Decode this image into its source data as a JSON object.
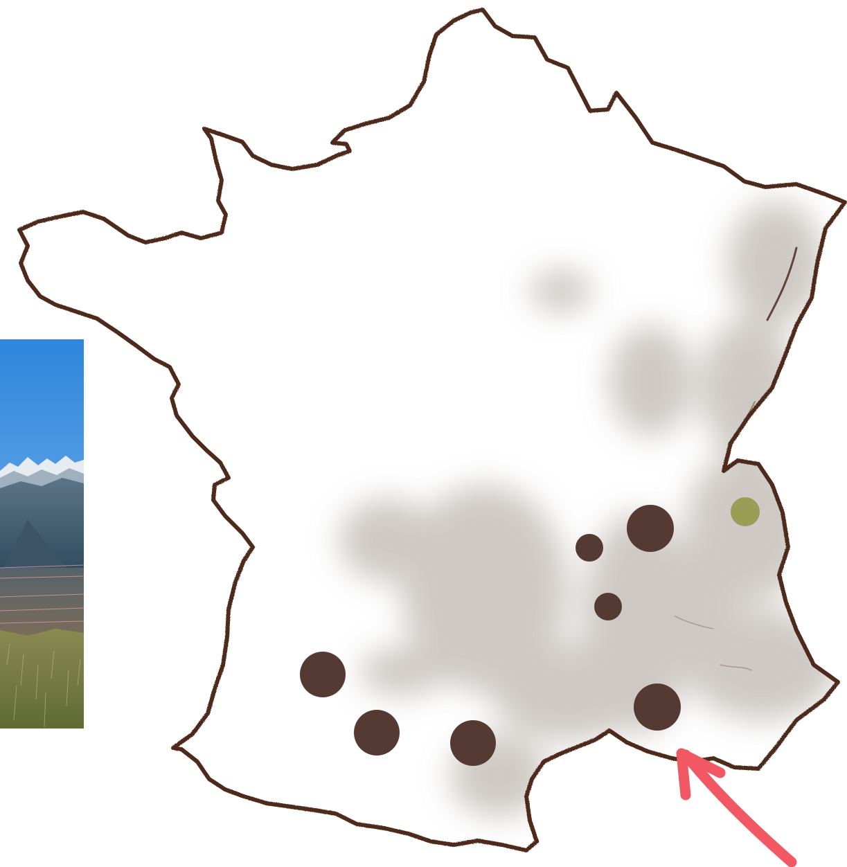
{
  "map": {
    "country": "France",
    "outline_color": "#4e2c1e",
    "relief_color": "#b9b2ac",
    "marker_color": "#553a33",
    "highlight_marker_color": "#9a9d55",
    "arrow_color": "#f25863"
  },
  "photo": {
    "subject": "alpine-mountain-landscape",
    "sky_color": "#3a8ee0",
    "mountain_color": "#3d5a72",
    "meadow_color": "#6e7a3e"
  },
  "markers": [
    {
      "id": "marker-southwest-west",
      "size": "large",
      "kind": "location"
    },
    {
      "id": "marker-southwest-middle",
      "size": "large",
      "kind": "location"
    },
    {
      "id": "marker-south-center",
      "size": "large",
      "kind": "location"
    },
    {
      "id": "marker-provence",
      "size": "large",
      "kind": "location"
    },
    {
      "id": "marker-rhone-north",
      "size": "large",
      "kind": "location"
    },
    {
      "id": "marker-rhone-small",
      "size": "small",
      "kind": "location"
    },
    {
      "id": "marker-drome-small",
      "size": "small",
      "kind": "location"
    },
    {
      "id": "marker-savoie",
      "size": "medium",
      "kind": "highlight"
    }
  ]
}
